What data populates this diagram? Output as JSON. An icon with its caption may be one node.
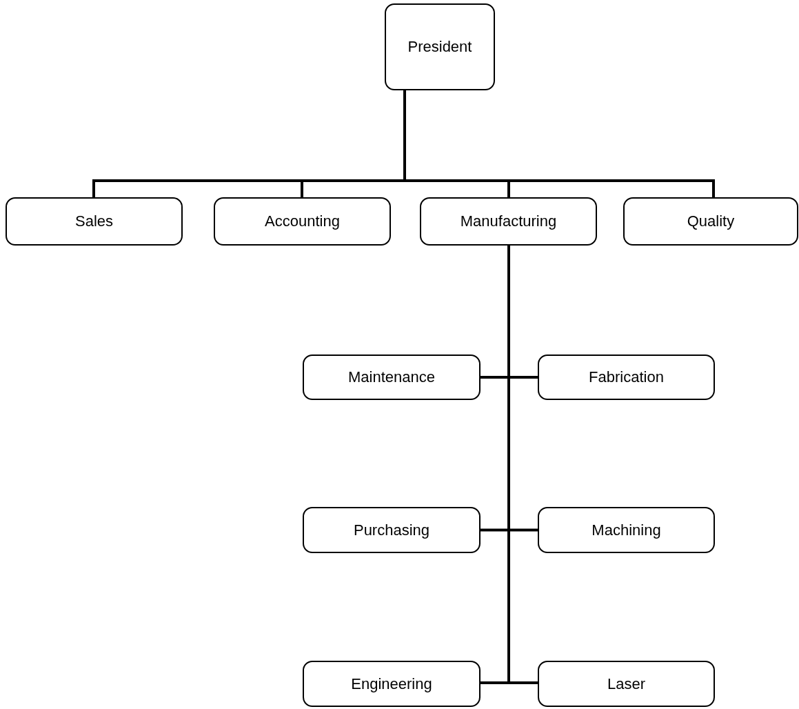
{
  "diagram": {
    "nodes": [
      {
        "text": [
          "President"
        ]
      },
      {
        "text": [
          "Sales"
        ]
      },
      {
        "text": [
          "Accounting"
        ]
      },
      {
        "text": [
          "Manufacturing"
        ]
      },
      {
        "text": [
          "Quality"
        ]
      },
      {
        "text": [
          "Maintenance"
        ]
      },
      {
        "text": [
          "Fabrication"
        ]
      },
      {
        "text": [
          "Purchasing"
        ]
      },
      {
        "text": [
          "Machining"
        ]
      },
      {
        "text": [
          "Engineering"
        ]
      },
      {
        "text": [
          "Laser"
        ]
      }
    ],
    "edges": [
      {
        "from": 0,
        "to": 1,
        "arrow": "none"
      },
      {
        "from": 0,
        "to": 2,
        "arrow": "none"
      },
      {
        "from": 0,
        "to": 3,
        "arrow": "none"
      },
      {
        "from": 0,
        "to": 4,
        "arrow": "none"
      },
      {
        "from": 3,
        "to": 5,
        "arrow": "none"
      },
      {
        "from": 3,
        "to": 6,
        "arrow": "none"
      },
      {
        "from": 3,
        "to": 7,
        "arrow": "none"
      },
      {
        "from": 3,
        "to": 8,
        "arrow": "none"
      },
      {
        "from": 3,
        "to": 9,
        "arrow": "none"
      },
      {
        "from": 3,
        "to": 10,
        "arrow": "none"
      }
    ]
  }
}
